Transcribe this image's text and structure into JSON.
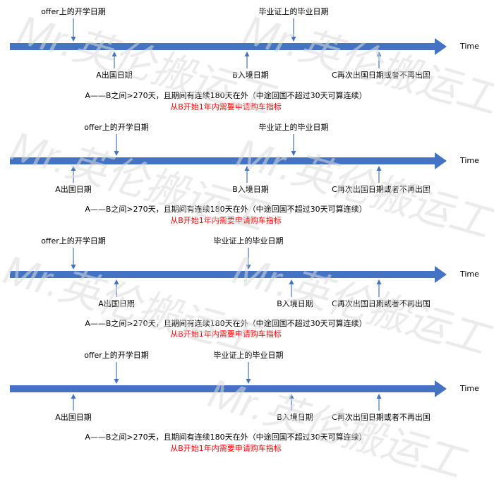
{
  "watermark": "Mr.英伦搬运工",
  "colors": {
    "axis": "#4472c4",
    "arrow": "#4472c4",
    "text": "#000000",
    "highlight": "#ff0000"
  },
  "timelines": [
    {
      "time_label": "Time",
      "above": [
        {
          "label": "offer上的开学日期"
        },
        {
          "label": "毕业证上的毕业日期"
        }
      ],
      "below": [
        {
          "label": "A出国日期"
        },
        {
          "label": "B入境日期"
        },
        {
          "label": "C再次出国日期或者不再出国"
        }
      ],
      "rule": "A——B之间>270天，且期间有连续180天在外（中途回国不超过30天可算连续）",
      "highlight": "从B开始1年内需要申请购车指标"
    },
    {
      "time_label": "Time",
      "above": [
        {
          "label": "offer上的开学日期"
        },
        {
          "label": "毕业证上的毕业日期"
        }
      ],
      "below": [
        {
          "label": "A出国日期"
        },
        {
          "label": "B入境日期"
        },
        {
          "label": "C再次出国日期或者不再出国"
        }
      ],
      "rule": "A——B之间>270天，且期间有连续180天在外（中途回国不超过30天可算连续）",
      "highlight": "从B开始1年内需要申请购车指标"
    },
    {
      "time_label": "Time",
      "above": [
        {
          "label": "offer上的开学日期"
        },
        {
          "label": "毕业证上的毕业日期"
        }
      ],
      "below": [
        {
          "label": "A出国日期"
        },
        {
          "label": "B入境日期"
        },
        {
          "label": "C再次出国日期或者不再出国"
        }
      ],
      "rule": "A——B之间>270天，且期间有连续180天在外（中途回国不超过30天可算连续）",
      "highlight": "从B开始1年内需要申请购车指标"
    },
    {
      "time_label": "Time",
      "above": [
        {
          "label": "offer上的开学日期"
        },
        {
          "label": "毕业证上的毕业日期"
        }
      ],
      "below": [
        {
          "label": "A出国日期"
        },
        {
          "label": "B入境日期"
        },
        {
          "label": "C再次出国日期或者不再出国"
        }
      ],
      "rule": "A——B之间>270天，且期间有连续180天在外（中途回国不超过30天可算连续）",
      "highlight": "从B开始1年内需要申请购车指标"
    }
  ]
}
